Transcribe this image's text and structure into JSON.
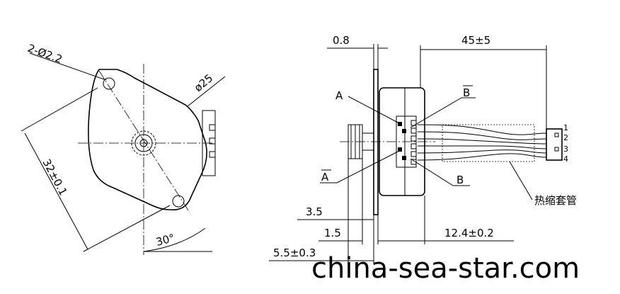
{
  "front_view": {
    "hole_label": "2-Ø2.2",
    "diameter_label": "ø25",
    "spacing_label": "32±0.1",
    "angle_label": "30°"
  },
  "side_view": {
    "flange_thickness": "0.8",
    "lead_length": "45±5",
    "gear_offset": "3.5",
    "flange_offset": "1.5",
    "shaft_length": "5.5±0.3",
    "body_length": "12.4±0.2",
    "coil_labels": {
      "a": "A",
      "a_bar": "A",
      "b": "B",
      "b_bar": "B"
    },
    "pin_numbers": [
      "1",
      "2",
      "3",
      "4"
    ],
    "heat_shrink_label": "热缩套管"
  },
  "watermark": "china-sea-star.com"
}
